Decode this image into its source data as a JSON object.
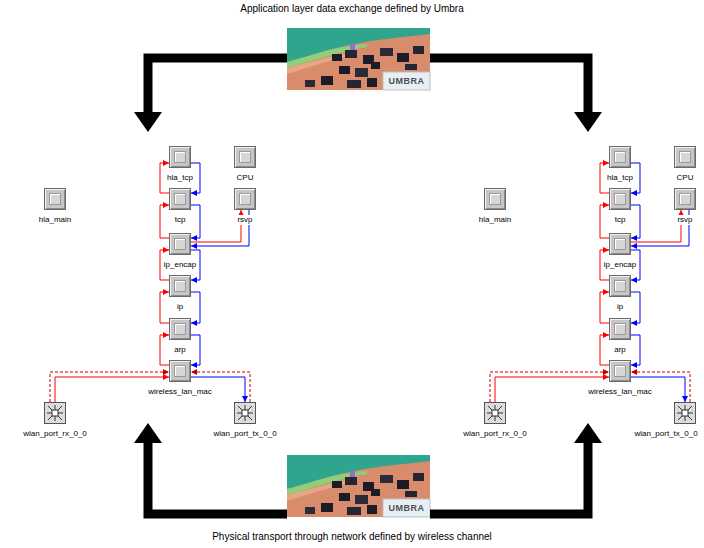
{
  "diagram": {
    "title": "Application layer data exchange defined by Umbra",
    "caption": "Physical transport through network defined by wireless channel",
    "nodes": [
      {
        "text": [
          "hla_main"
        ]
      },
      {
        "text": [
          "hla_tcp"
        ]
      },
      {
        "text": [
          "CPU"
        ]
      },
      {
        "text": [
          "tcp"
        ]
      },
      {
        "text": [
          "rsvp"
        ]
      },
      {
        "text": [
          "ip_encap"
        ]
      },
      {
        "text": [
          "ip"
        ]
      },
      {
        "text": [
          "arp"
        ]
      },
      {
        "text": [
          "wireless_lan_mac"
        ]
      },
      {
        "text": [
          "wlan_port_rx_0_0"
        ]
      },
      {
        "text": [
          "wlan_port_tx_0_0"
        ]
      },
      {
        "text": [
          "hla_main"
        ]
      },
      {
        "text": [
          "hla_tcp"
        ]
      },
      {
        "text": [
          "CPU"
        ]
      },
      {
        "text": [
          "tcp"
        ]
      },
      {
        "text": [
          "rsvp"
        ]
      },
      {
        "text": [
          "ip_encap"
        ]
      },
      {
        "text": [
          "ip"
        ]
      },
      {
        "text": [
          "arp"
        ]
      },
      {
        "text": [
          "wireless_lan_mac"
        ]
      },
      {
        "text": [
          "wlan_port_rx_0_0"
        ]
      },
      {
        "text": [
          "wlan_port_tx_0_0"
        ]
      }
    ],
    "edges": [
      {
        "from": 3,
        "to": 1,
        "arrow": "to"
      },
      {
        "from": 5,
        "to": 3,
        "arrow": "to"
      },
      {
        "from": 6,
        "to": 5,
        "arrow": "to"
      },
      {
        "from": 7,
        "to": 6,
        "arrow": "to"
      },
      {
        "from": 8,
        "to": 7,
        "arrow": "to"
      },
      {
        "from": 1,
        "to": 3,
        "arrow": "to"
      },
      {
        "from": 3,
        "to": 5,
        "arrow": "to"
      },
      {
        "from": 5,
        "to": 6,
        "arrow": "to"
      },
      {
        "from": 6,
        "to": 7,
        "arrow": "to"
      },
      {
        "from": 7,
        "to": 8,
        "arrow": "to"
      },
      {
        "from": 5,
        "to": 4,
        "arrow": "to"
      },
      {
        "from": 4,
        "to": 5,
        "arrow": "to"
      },
      {
        "from": 9,
        "to": 8,
        "arrow": "to"
      },
      {
        "from": 9,
        "to": 8,
        "arrow": "to"
      },
      {
        "from": 8,
        "to": 10,
        "arrow": "to"
      },
      {
        "from": 10,
        "to": 8,
        "arrow": "to"
      },
      {
        "from": 14,
        "to": 12,
        "arrow": "to"
      },
      {
        "from": 16,
        "to": 14,
        "arrow": "to"
      },
      {
        "from": 17,
        "to": 16,
        "arrow": "to"
      },
      {
        "from": 18,
        "to": 17,
        "arrow": "to"
      },
      {
        "from": 19,
        "to": 18,
        "arrow": "to"
      },
      {
        "from": 12,
        "to": 14,
        "arrow": "to"
      },
      {
        "from": 14,
        "to": 16,
        "arrow": "to"
      },
      {
        "from": 16,
        "to": 17,
        "arrow": "to"
      },
      {
        "from": 17,
        "to": 18,
        "arrow": "to"
      },
      {
        "from": 18,
        "to": 19,
        "arrow": "to"
      },
      {
        "from": 16,
        "to": 15,
        "arrow": "to"
      },
      {
        "from": 15,
        "to": 16,
        "arrow": "to"
      },
      {
        "from": 20,
        "to": 19,
        "arrow": "to"
      },
      {
        "from": 20,
        "to": 19,
        "arrow": "to"
      },
      {
        "from": 19,
        "to": 21,
        "arrow": "to"
      },
      {
        "from": 21,
        "to": 19,
        "arrow": "to"
      }
    ],
    "labels": [
      "UMBRA",
      "UMBRA"
    ]
  }
}
